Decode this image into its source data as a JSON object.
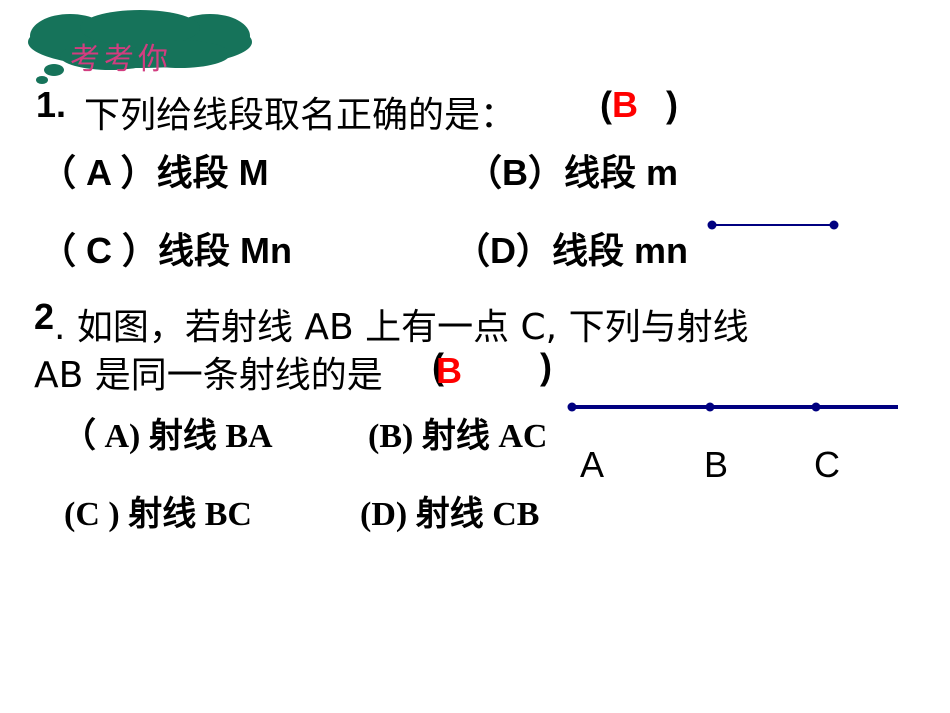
{
  "badge": {
    "label": "考考你",
    "cloud_color": "#16735a",
    "text_color": "#d23d80"
  },
  "q1": {
    "number": "1.",
    "text": "下列给线段取名正确的是：",
    "paren_open": "(",
    "paren_close": ")",
    "answer": "B",
    "options": [
      {
        "label": "（ A ）线段 M"
      },
      {
        "label": "（B）线段 m"
      },
      {
        "label": "（ C ）线段 Mn"
      },
      {
        "label": "（D）线段 mn"
      }
    ]
  },
  "q2": {
    "number": "2",
    "line1": ". 如图，若射线 AB 上有一点 C, 下列与射线",
    "line2": "AB 是同一条射线的是",
    "paren_open": "(",
    "paren_close": ")",
    "answer": "B",
    "options": [
      {
        "label": "（ A) 射线 BA"
      },
      {
        "label": "(B) 射线 AC"
      },
      {
        "label": "(C ) 射线 BC"
      },
      {
        "label": "(D) 射线 CB"
      }
    ],
    "points": [
      "A",
      "B",
      "C"
    ]
  },
  "colors": {
    "answer": "#ff0000",
    "diagram": "#000080",
    "text": "#000000"
  }
}
